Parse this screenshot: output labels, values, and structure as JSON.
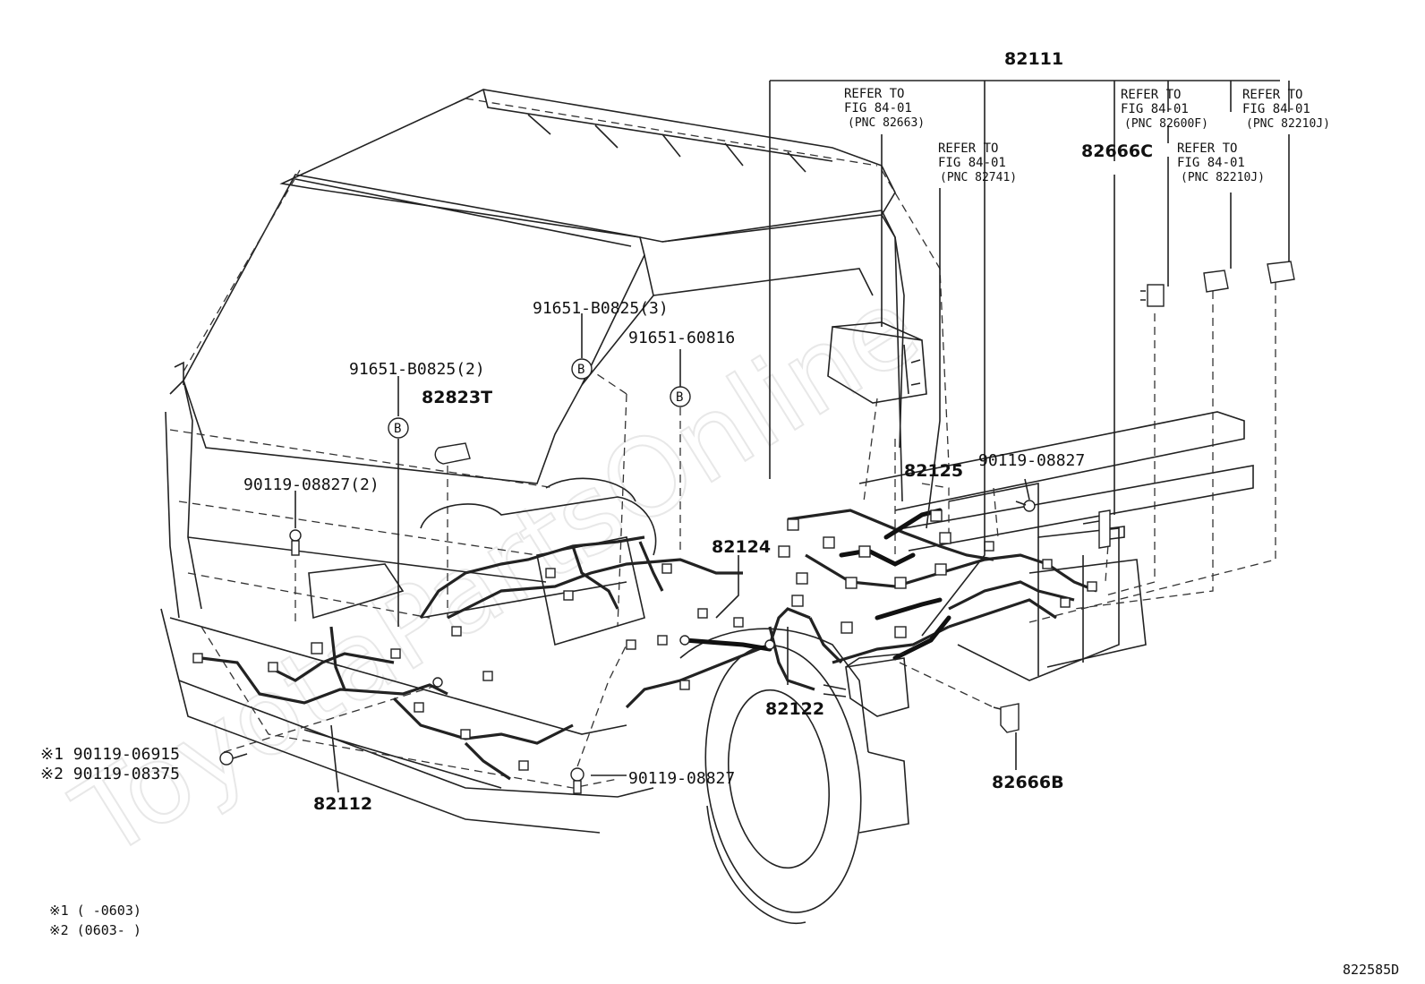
{
  "callouts": {
    "harness_main": "82111",
    "harness_front": "82112",
    "harness_82122": "82122",
    "harness_82124": "82124",
    "harness_82125": "82125",
    "clamp_82666b": "82666B",
    "clamp_82666c": "82666C",
    "clamp_82823t": "82823T",
    "clip_b0825_2": "91651-B0825(2)",
    "clip_b0825_3": "91651-B0825(3)",
    "clip_60816": "91651-60816",
    "bolt_08827_2": "90119-08827(2)",
    "bolt_08827_right": "90119-08827",
    "bolt_08827_bottom": "90119-08827",
    "bolt_06915": "※1 90119-06915",
    "bolt_08375": "※2 90119-08375"
  },
  "refer_notes": {
    "n82663": {
      "line1": "REFER TO",
      "line2": "FIG 84-01",
      "line3": "(PNC 82663)"
    },
    "n82741": {
      "line1": "REFER TO",
      "line2": "FIG 84-01",
      "line3": "(PNC 82741)"
    },
    "n82600f": {
      "line1": "REFER TO",
      "line2": "FIG 84-01",
      "line3": "(PNC 82600F)"
    },
    "n82210j_a": {
      "line1": "REFER TO",
      "line2": "FIG 84-01",
      "line3": "(PNC 82210J)"
    },
    "n82210j_b": {
      "line1": "REFER TO",
      "line2": "FIG 84-01",
      "line3": "(PNC 82210J)"
    }
  },
  "markers": {
    "b_symbol": "B"
  },
  "footnotes": {
    "line1": "※1 (     -0603)",
    "line2": "※2 (0603-     )"
  },
  "diagram_code": "822585D",
  "watermark": "ToyotaPartsOnline"
}
